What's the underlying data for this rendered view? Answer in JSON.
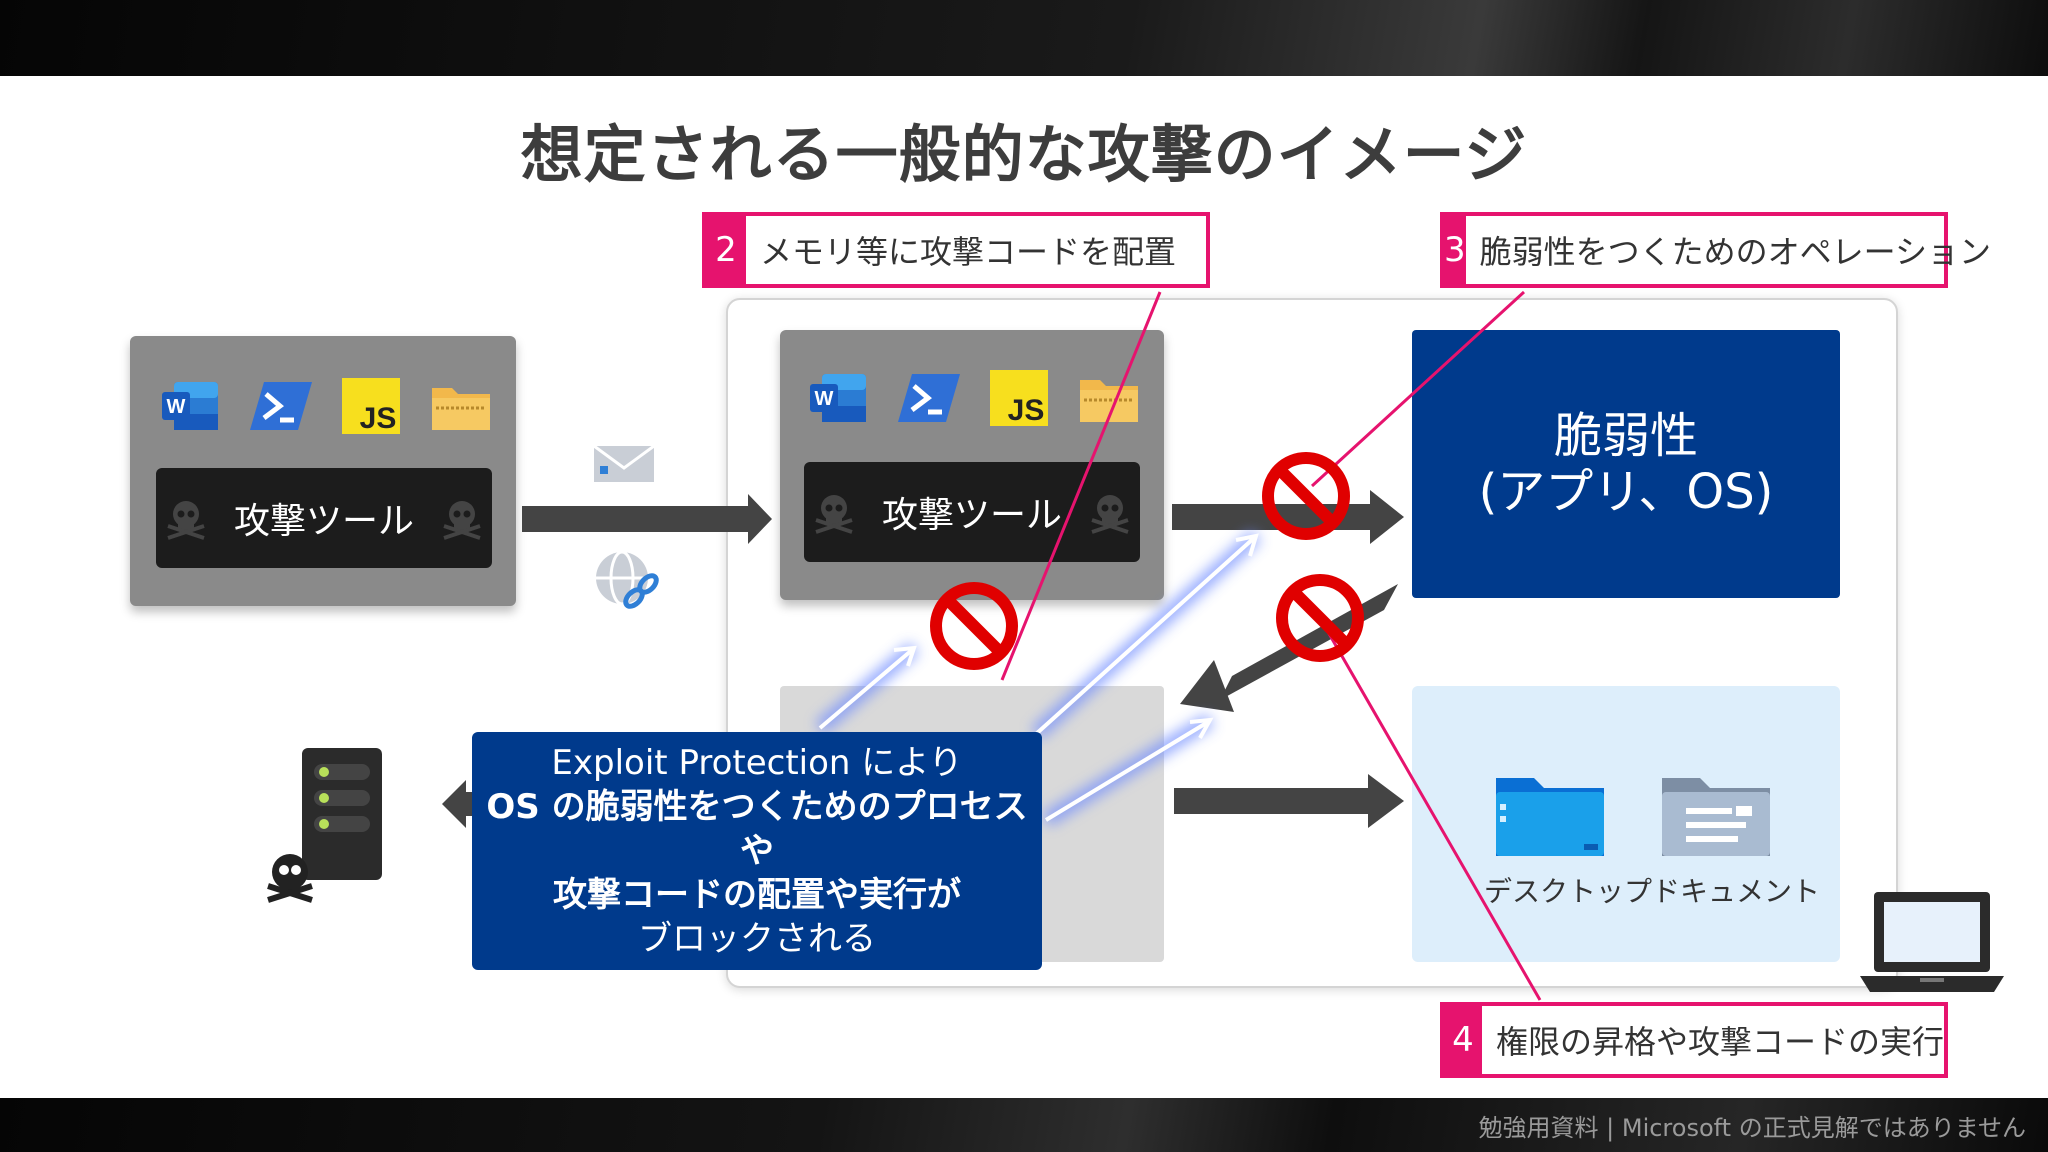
{
  "title": "想定される一般的な攻撃のイメージ",
  "footer": "勉強用資料 | Microsoft の正式見解ではありません",
  "left_tool": {
    "label": "攻撃ツール"
  },
  "mid_tool": {
    "label": "攻撃ツール"
  },
  "icons": [
    "word-icon",
    "powershell-icon",
    "javascript-icon",
    "zip-folder-icon"
  ],
  "js_text": "JS",
  "word_text": "W",
  "vulnerability": {
    "line1": "脆弱性",
    "line2": "(アプリ、OS)"
  },
  "exploit_protection": {
    "line1": "Exploit Protection により",
    "line2": "OS の脆弱性をつくためのプロセスや",
    "line3": "攻撃コードの配置や実行が",
    "line4": "ブロックされる"
  },
  "callouts": [
    {
      "num": "2",
      "text": "メモリ等に攻撃コードを配置"
    },
    {
      "num": "3",
      "text": "脆弱性をつくためのオペレーション"
    },
    {
      "num": "4",
      "text": "権限の昇格や攻撃コードの実行"
    }
  ],
  "folders": {
    "desktop": "デスクトップ",
    "documents": "ドキュメント"
  },
  "colors": {
    "accent": "#e6136e",
    "navy": "#003a8c",
    "block": "#e00000"
  }
}
